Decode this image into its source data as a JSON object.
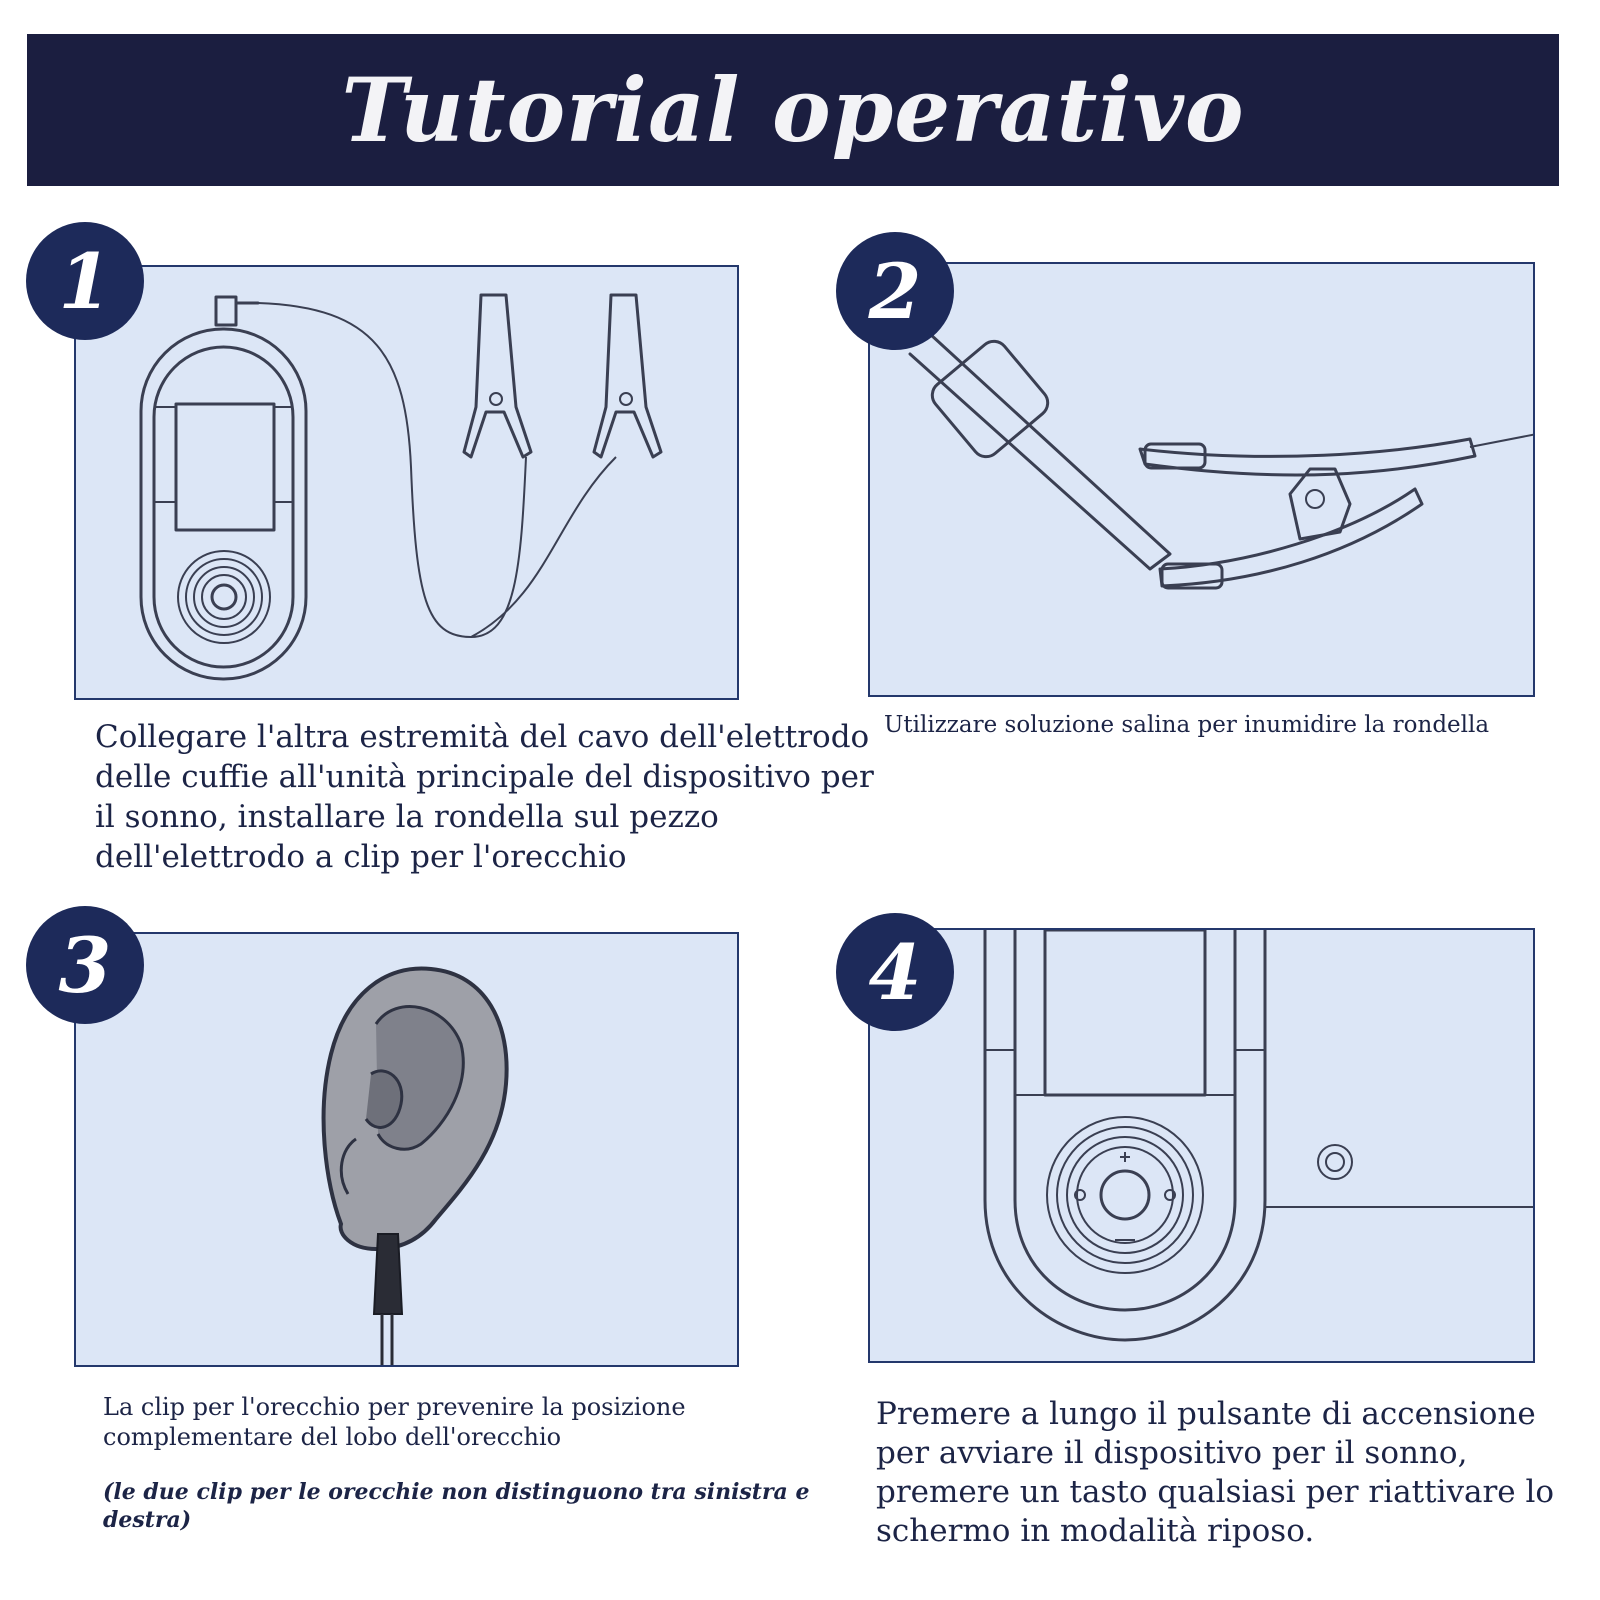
{
  "header": {
    "title": "Tutorial operativo"
  },
  "steps": [
    {
      "number": "1",
      "caption": "Collegare l'altra estremità del cavo dell'elettrodo delle cuffie all'unità principale del dispositivo per il sonno, installare la rondella sul pezzo dell'elettrodo a clip per l'orecchio",
      "illustration": "device-with-ear-clip-cable"
    },
    {
      "number": "2",
      "caption": "Utilizzare soluzione salina per inumidire la rondella",
      "illustration": "dropper-and-ear-clip"
    },
    {
      "number": "3",
      "caption": "La clip per l'orecchio per prevenire la posizione complementare del lobo dell'orecchio",
      "note": "(le due clip per le orecchie non distinguono tra sinistra e destra)",
      "illustration": "ear-with-clip-on-lobe"
    },
    {
      "number": "4",
      "caption": "Premere a lungo il pulsante di accensione per avviare il dispositivo per il sonno, premere un tasto qualsiasi per riattivare lo schermo in modalità riposo.",
      "illustration": "device-power-button-closeup"
    }
  ],
  "colors": {
    "banner": "#1b1e40",
    "badge": "#1d2a5a",
    "panel_fill": "#dce6f6",
    "panel_border": "#24386c",
    "text": "#1c2446"
  }
}
